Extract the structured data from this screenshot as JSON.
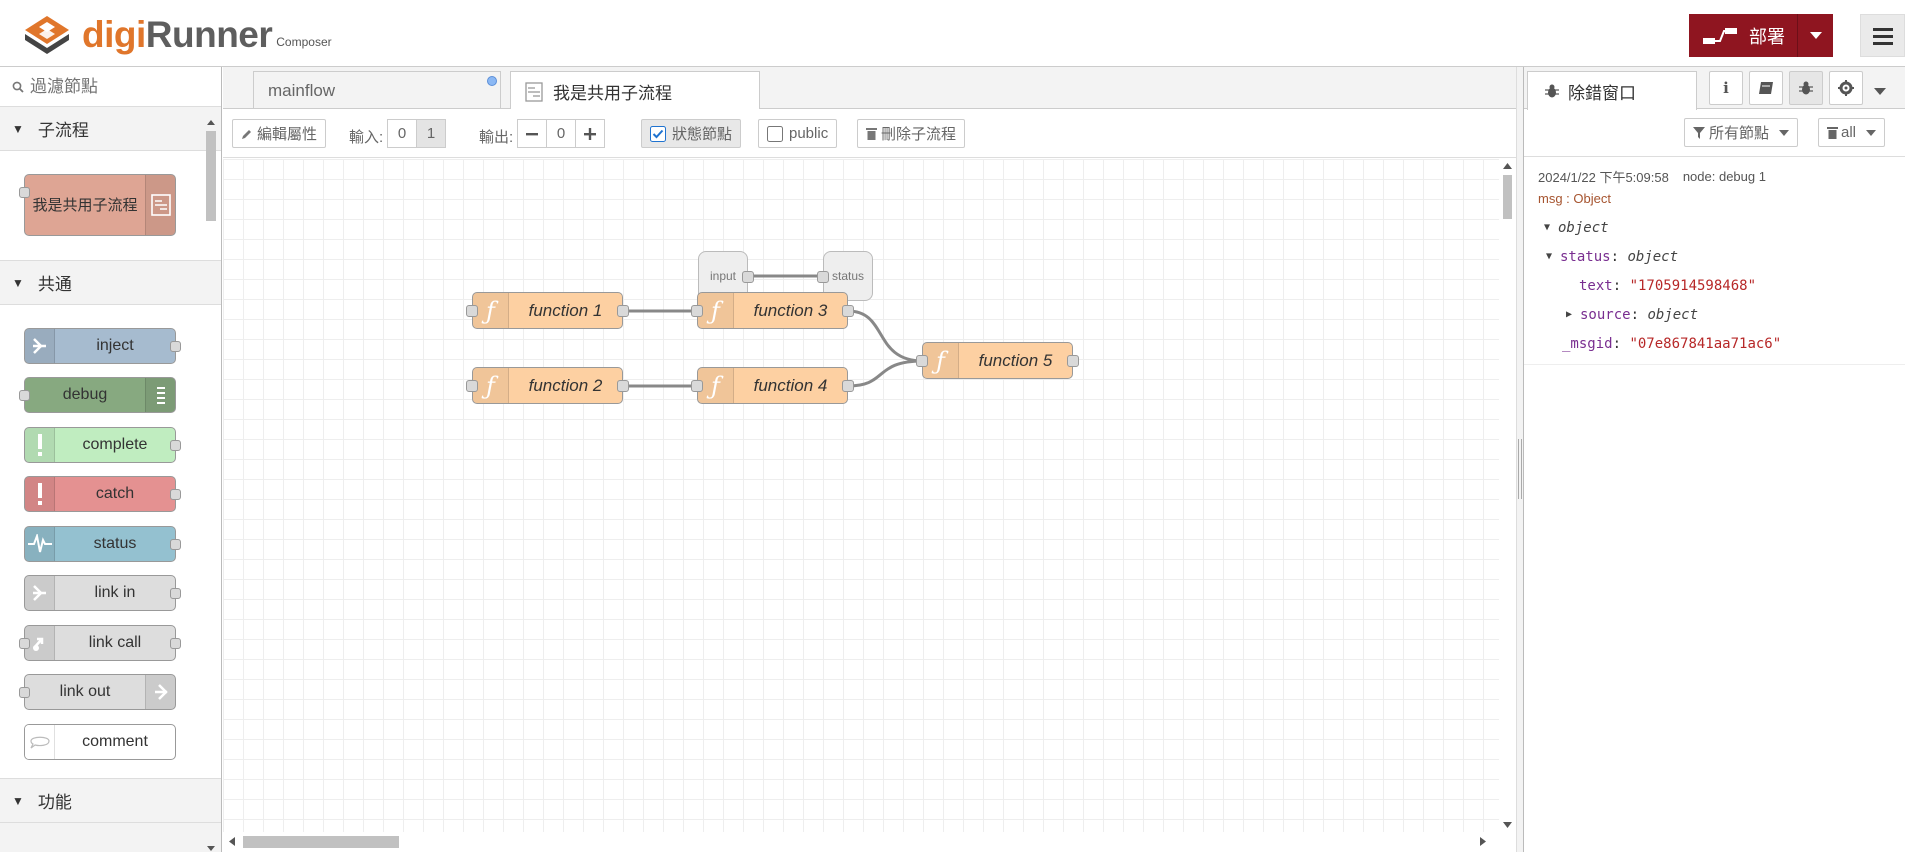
{
  "header": {
    "brand_main": "digi",
    "brand_rest": "Runner",
    "brand_sub": "Composer",
    "deploy_label": "部署"
  },
  "palette": {
    "search_placeholder": "過濾節點",
    "categories": [
      {
        "label": "子流程",
        "nodes": [
          {
            "label": "我是共用子流程"
          }
        ]
      },
      {
        "label": "共通",
        "nodes": [
          {
            "label": "inject",
            "color": "#a6bbcf"
          },
          {
            "label": "debug",
            "color": "#87a980"
          },
          {
            "label": "complete",
            "color": "#c0edc0"
          },
          {
            "label": "catch",
            "color": "#e49191"
          },
          {
            "label": "status",
            "color": "#94c1d0"
          },
          {
            "label": "link in",
            "color": "#dddddd"
          },
          {
            "label": "link call",
            "color": "#dddddd"
          },
          {
            "label": "link out",
            "color": "#dddddd"
          },
          {
            "label": "comment",
            "color": "#ffffff"
          }
        ]
      },
      {
        "label": "功能",
        "nodes": []
      }
    ],
    "subflow_node_color": "#dea594"
  },
  "workspace": {
    "tabs": [
      {
        "label": "mainflow",
        "active": false
      },
      {
        "label": "我是共用子流程",
        "active": true
      }
    ],
    "subflow_bar": {
      "edit_label": "編輯屬性",
      "inputs_label": "輸入:",
      "input_options": [
        "0",
        "1"
      ],
      "outputs_label": "輸出:",
      "outputs_value": "0",
      "status_label": "狀態節點",
      "public_label": "public",
      "delete_label": "刪除子流程"
    },
    "flow": {
      "status_nodes": {
        "input": "input",
        "status": "status"
      },
      "function_nodes": [
        "function 1",
        "function 2",
        "function 3",
        "function 4",
        "function 5"
      ],
      "function_color": "#fdd0a2"
    }
  },
  "sidebar": {
    "tab_label": "除錯窗口",
    "filter_label": "所有節點",
    "clear_label": "all",
    "debug": {
      "timestamp": "2024/1/22 下午5:09:58",
      "node_info": "node: debug 1",
      "topic": "msg : Object",
      "root_type": "object",
      "status_key": "status",
      "status_type": "object",
      "text_key": "text",
      "text_value": "\"1705914598468\"",
      "source_key": "source",
      "source_type": "object",
      "msgid_key": "_msgid",
      "msgid_value": "\"07e867841aa71ac6\""
    }
  },
  "colors": {
    "accent": "#8f1520",
    "brand_orange": "#e0762b"
  }
}
